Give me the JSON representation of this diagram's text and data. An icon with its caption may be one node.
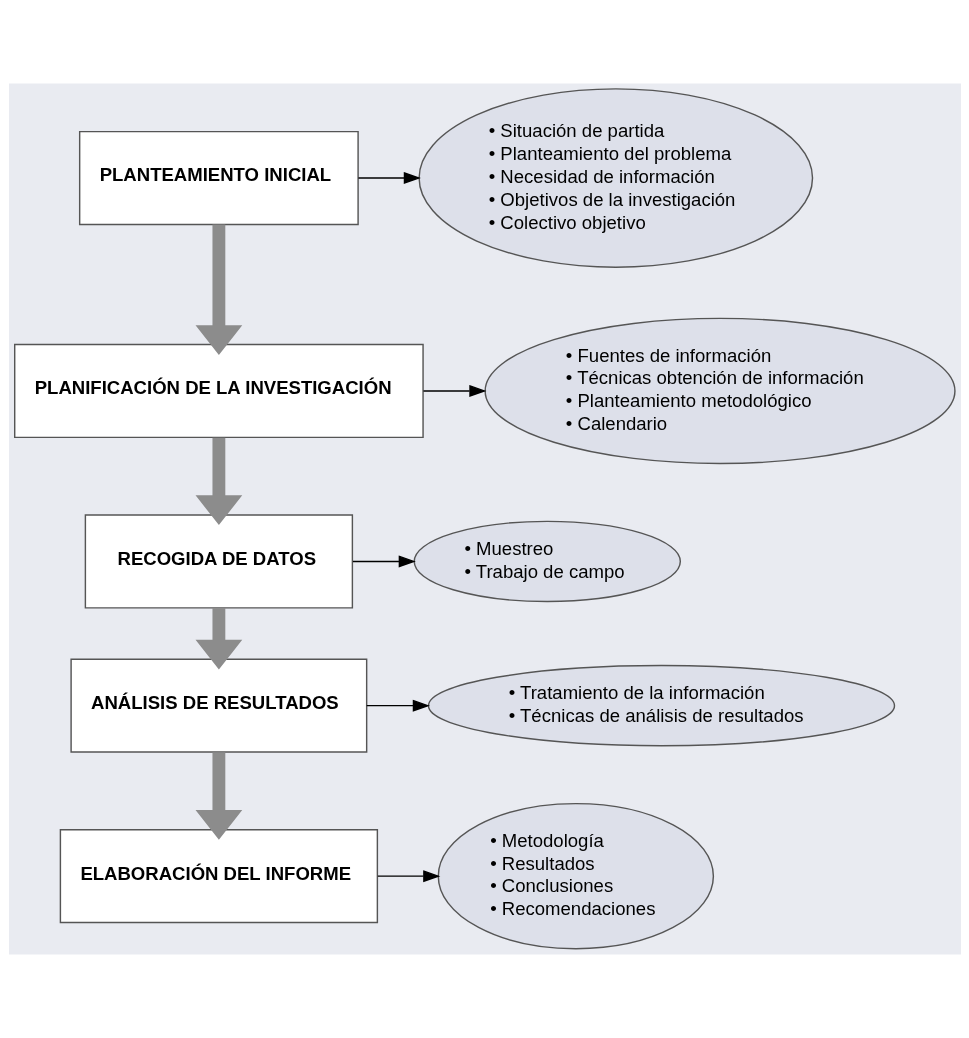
{
  "diagram": {
    "nodes": [
      {
        "text": [
          "PLANTEAMIENTO INICIAL"
        ]
      },
      {
        "text": [
          "• Situación de partida",
          "• Planteamiento del problema",
          "• Necesidad de información",
          "• Objetivos de la investigación",
          "• Colectivo objetivo"
        ]
      },
      {
        "text": [
          "PLANIFICACIÓN DE LA INVESTIGACIÓN"
        ]
      },
      {
        "text": [
          "• Fuentes de información",
          "• Técnicas obtención de información",
          "• Planteamiento metodológico",
          "• Calendario"
        ]
      },
      {
        "text": [
          "RECOGIDA DE DATOS"
        ]
      },
      {
        "text": [
          "• Muestreo",
          "• Trabajo de campo"
        ]
      },
      {
        "text": [
          "ANÁLISIS DE RESULTADOS"
        ]
      },
      {
        "text": [
          "• Tratamiento de la información",
          "• Técnicas de análisis de resultados"
        ]
      },
      {
        "text": [
          "ELABORACIÓN DEL INFORME"
        ]
      },
      {
        "text": [
          "• Metodología",
          "• Resultados",
          "• Conclusiones",
          "• Recomendaciones"
        ]
      }
    ],
    "edges": [
      {
        "from": 0,
        "to": 1,
        "arrow": "to"
      },
      {
        "from": 0,
        "to": 2,
        "arrow": "to",
        "style": "thick",
        "color": "#8c8c8c"
      },
      {
        "from": 2,
        "to": 3,
        "arrow": "to"
      },
      {
        "from": 2,
        "to": 4,
        "arrow": "to",
        "style": "thick",
        "color": "#8c8c8c"
      },
      {
        "from": 4,
        "to": 5,
        "arrow": "to"
      },
      {
        "from": 4,
        "to": 6,
        "arrow": "to",
        "style": "thick",
        "color": "#8c8c8c"
      },
      {
        "from": 6,
        "to": 7,
        "arrow": "to"
      },
      {
        "from": 6,
        "to": 8,
        "arrow": "to",
        "style": "thick",
        "color": "#8c8c8c"
      },
      {
        "from": 8,
        "to": 9,
        "arrow": "to"
      }
    ]
  }
}
